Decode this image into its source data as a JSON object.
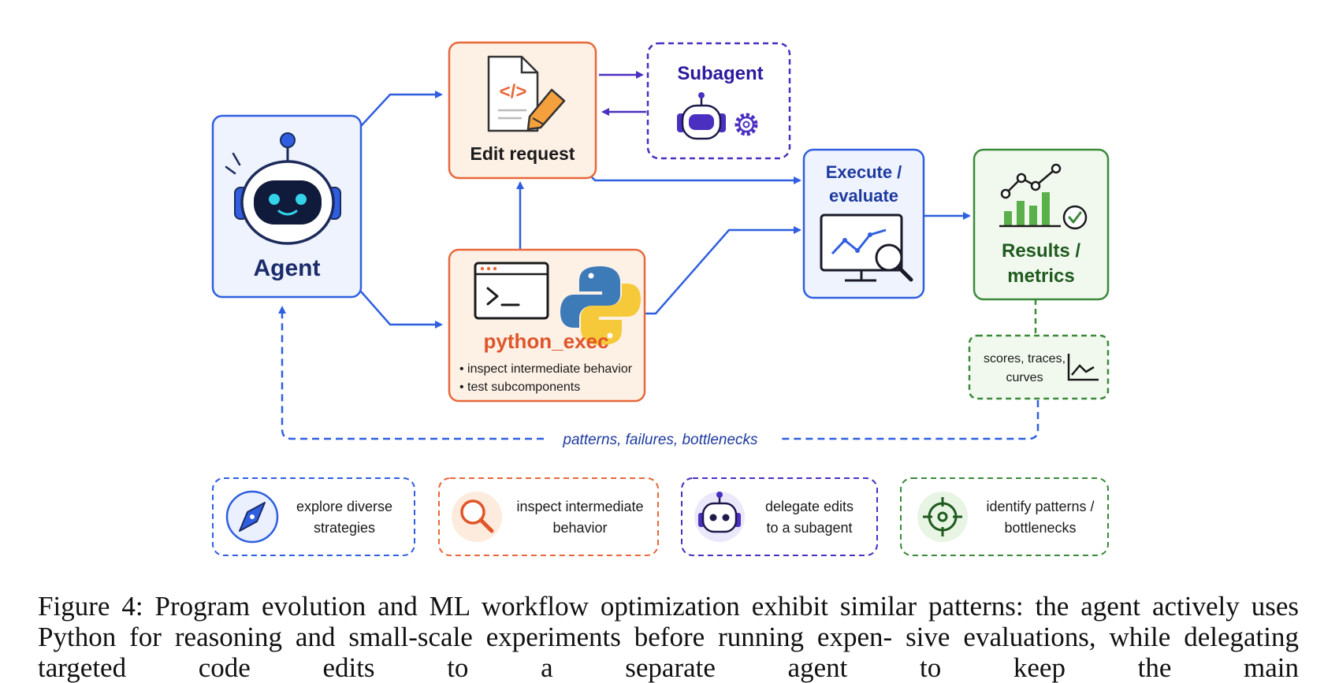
{
  "nodes": {
    "agent": {
      "label": "Agent"
    },
    "edit": {
      "label": "Edit request"
    },
    "subagent": {
      "label": "Subagent"
    },
    "execute": {
      "line1": "Execute /",
      "line2": "evaluate"
    },
    "results": {
      "line1": "Results /",
      "line2": "metrics"
    },
    "python": {
      "label": "python_exec",
      "bullets": [
        "• inspect intermediate behavior",
        "• test subcomponents"
      ]
    },
    "scores": {
      "line1": "scores, traces,",
      "line2": "curves"
    }
  },
  "feedback_label": "patterns, failures, bottlenecks",
  "legend": [
    {
      "line1": "explore diverse",
      "line2": "strategies"
    },
    {
      "line1": "inspect intermediate",
      "line2": "behavior"
    },
    {
      "line1": "delegate edits",
      "line2": "to a subagent"
    },
    {
      "line1": "identify patterns /",
      "line2": "bottlenecks"
    }
  ],
  "caption": "Figure 4: Program evolution and ML workflow optimization exhibit similar patterns: the agent actively uses Python for reasoning and small-scale experiments before running expen- sive evaluations, while delegating targeted code edits to a separate agent to keep the main",
  "colors": {
    "blue": "#2f5fe0",
    "orange": "#e8683a",
    "purple": "#4b2fc0",
    "green": "#3a8a3a"
  }
}
